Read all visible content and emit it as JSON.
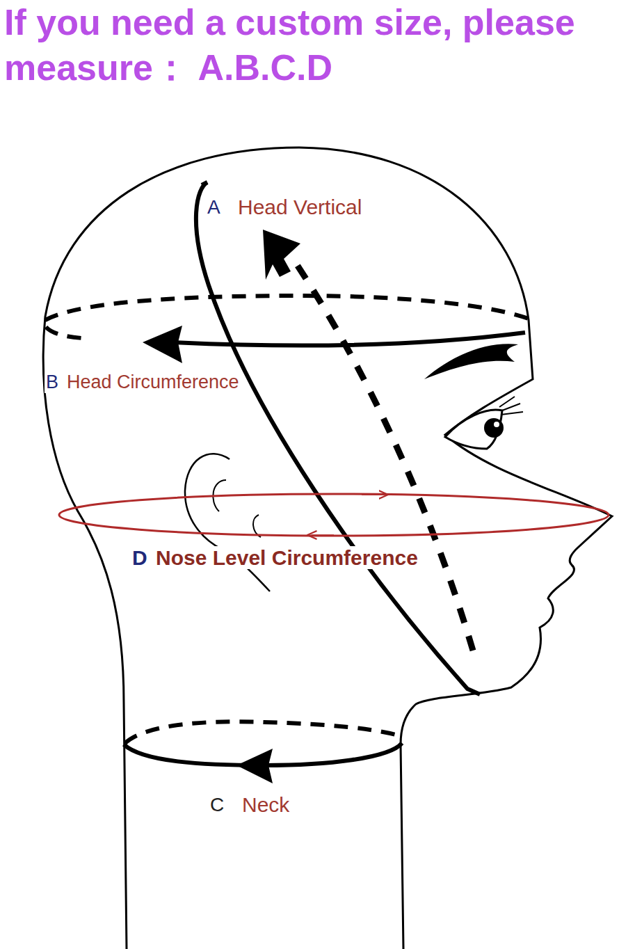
{
  "diagram": {
    "title": "If you need a custom size, please measure： A.B.C.D",
    "labels": [
      "A",
      "Head Vertical",
      "B",
      "Head Circumference",
      "D",
      "Nose Level Circumference",
      "C",
      "Neck"
    ]
  }
}
